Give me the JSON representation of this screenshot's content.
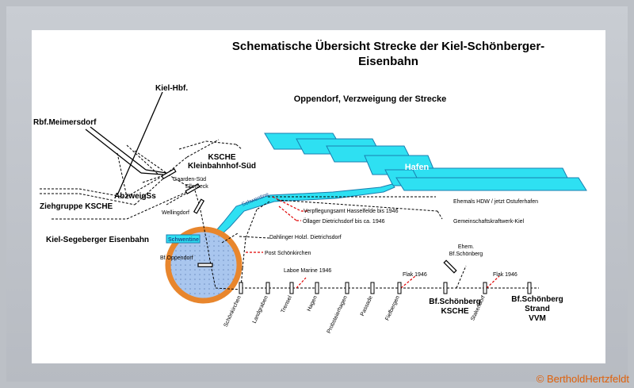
{
  "title_line1": "Schematische Übersicht Strecke der Kiel-Schönberger-",
  "title_line2": "Eisenbahn",
  "subtitle": "Oppendorf, Verzweigung der Strecke",
  "labels": {
    "kiel_hbf": "Kiel-Hbf.",
    "rbf_meimersdorf": "Rbf.Meimersdorf",
    "ksche_line1": "KSCHE",
    "ksche_line2": "Kleinbahnhof-Süd",
    "gaarden_sued": "Gaarden-Süd",
    "ellerbeck": "Ellerbeck",
    "abzweig": "AbzweigSs",
    "ziehgruppe": "Ziehgruppe KSCHE",
    "wellingdorf": "Wellingdorf",
    "kiel_segeberger": "Kiel-Segeberger Eisenbahn",
    "schwentine": "Schwentine",
    "schwentine_pond": "Schwentine",
    "bf_oppendorf": "Bf.Oppendorf",
    "hafen": "Hafen",
    "ehemals_hdw": "Ehemals HDW / jetzt Ostuferhafen",
    "gemeinschaftskraftwerk": "Gemeinschaftskraftwerk-Kiel",
    "verpflegungsamt": "Verpflegungsamt Hasselfelde bis 1946",
    "oellager": "Öllager Dietrichsdorf bis ca. 1946",
    "dahlinger": "Dahlinger Holzl. Dietrichsdorf",
    "post_schoenkirchen": "Post Schönkirchen",
    "laboe_marine": "Laboe Marine 1946",
    "flak1": "Flak 1946",
    "flak2": "Flak 1946",
    "ehem_line1": "Ehem.",
    "ehem_line2": "Bf.Schönberg",
    "bf_schoenberg_line1": "Bf.Schönberg",
    "bf_schoenberg_line2": "KSCHE",
    "strand_line1": "Bf.Schönberg",
    "strand_line2": "Strand",
    "strand_line3": "VVM"
  },
  "stations": [
    "Schönkirchen",
    "Landgraben",
    "Trensel",
    "Hagen",
    "Probsteierhagen",
    "Passade",
    "Fiefbergen",
    "Stakendorf"
  ],
  "colors": {
    "water": "#2ee0f2",
    "water_edge": "#1a7fb0",
    "pond_fill": "#a9c6ee",
    "pond_ring": "#e8862d",
    "red_dash": "#e00000",
    "copyright": "#e0610a"
  },
  "copyright": "© BertholdHertzfeldt"
}
